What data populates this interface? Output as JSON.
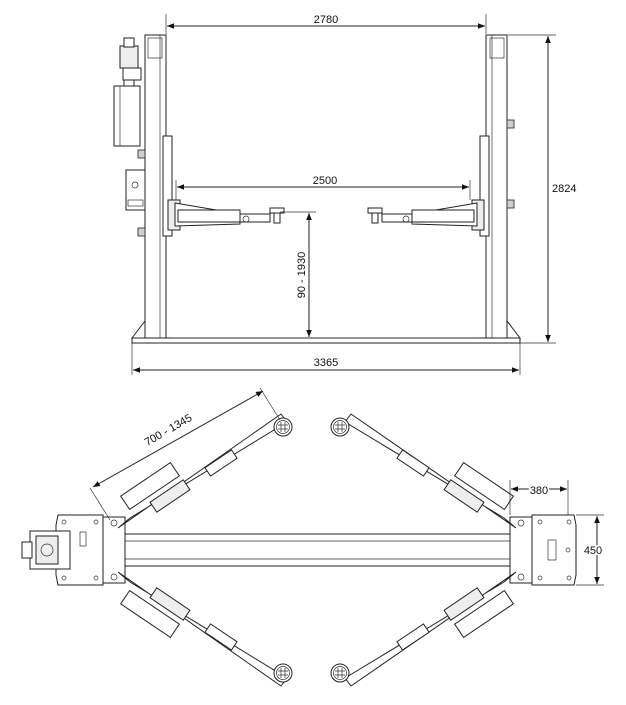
{
  "dimensions": {
    "column_width": "2780",
    "arm_span": "2500",
    "total_height": "2824",
    "lift_height": "90 - 1930",
    "base_width": "3365",
    "arm_reach": "700 - 1345",
    "post_offset": "380",
    "post_depth": "450"
  }
}
